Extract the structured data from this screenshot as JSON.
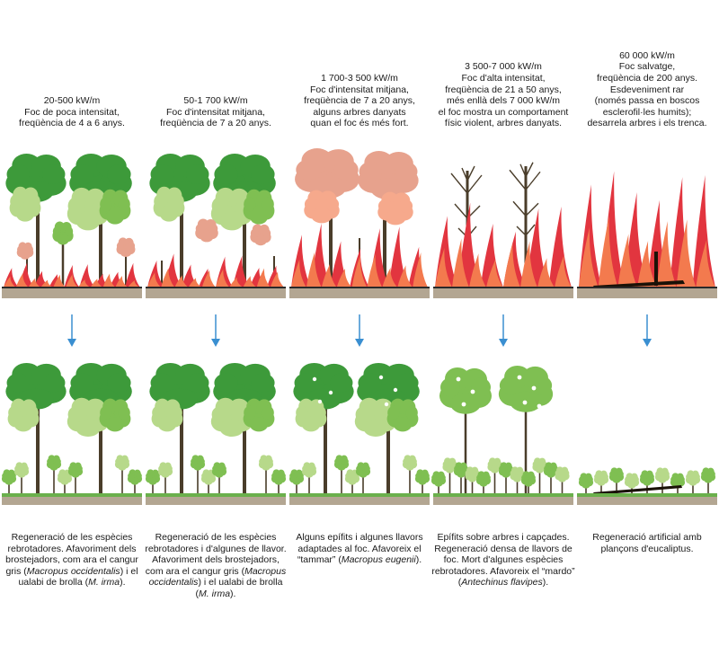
{
  "columns": [
    {
      "top_caption": "20-500 kW/m\nFoc de poca intensitat,\nfreqüència de 4 a 6 anys.",
      "fire": "low",
      "regen": "lush",
      "bottom_caption": [
        {
          "t": "Regeneració de les espècies rebrotadores. Afavoriment dels brostejadors, com ara el cangur gris ("
        },
        {
          "t": "Macropus occidentalis",
          "i": true
        },
        {
          "t": ") i el ualabi de brolla ("
        },
        {
          "t": "M. irma",
          "i": true
        },
        {
          "t": ")."
        }
      ]
    },
    {
      "top_caption": "50-1 700 kW/m\nFoc d'intensitat mitjana,\nfreqüència de 7 a 20 anys.",
      "fire": "medium",
      "regen": "lush",
      "bottom_caption": [
        {
          "t": "Regeneració de les espècies rebrotadores i d'algunes de llavor. Afavoriment dels brostejadors, com ara el cangur gris ("
        },
        {
          "t": "Macropus occidentalis",
          "i": true
        },
        {
          "t": ") i el ualabi de brolla ("
        },
        {
          "t": "M. irma",
          "i": true
        },
        {
          "t": ")."
        }
      ]
    },
    {
      "top_caption": "1 700-3 500 kW/m\nFoc d'intensitat mitjana,\nfreqüència de 7 a 20 anys,\nalguns arbres danyats\nquan el foc és més fort.",
      "fire": "mediumhigh",
      "regen": "epiphytes",
      "bottom_caption": [
        {
          "t": "Alguns epífits i algunes llavors adaptades al foc. Afavoreix el “tammar” ("
        },
        {
          "t": "Macropus eugenii",
          "i": true
        },
        {
          "t": ")."
        }
      ]
    },
    {
      "top_caption": "3 500-7 000 kW/m\nFoc d'alta intensitat,\nfreqüència de 21 a 50 anys,\nmés enllà dels 7 000 kW/m\nel foc mostra un comportament\nfísic violent, arbres danyats.",
      "fire": "high",
      "regen": "dense",
      "bottom_caption": [
        {
          "t": "Epífits sobre arbres i capçades. Regeneració densa de llavors de foc. Mort d'algunes espècies rebrotadores. Afavoreix el “mardo” ("
        },
        {
          "t": "Antechinus flavipes",
          "i": true
        },
        {
          "t": ")."
        }
      ]
    },
    {
      "top_caption": "60 000 kW/m\nFoc salvatge,\nfreqüència de 200 anys.\nEsdeveniment rar\n(només passa en boscos\nesclerofil·les humits);\ndesarrela arbres i els trenca.",
      "fire": "wild",
      "regen": "artificial",
      "bottom_caption": [
        {
          "t": "Regeneració artificial amb plançons d'eucaliptus."
        }
      ]
    }
  ],
  "colors": {
    "arrow": "#3a8fd1",
    "ground_dark": "#b3a692",
    "ground_line": "#2a2a2a",
    "ground_green": "#6ab04c",
    "tree_dark": "#3d9a3a",
    "tree_light": "#b7d98a",
    "tree_mid": "#7fbf52",
    "trunk": "#4a3d2a",
    "flame_red": "#e2353f",
    "flame_orange": "#f37a4e",
    "flame_pink": "#f6a98c",
    "scorch": "#e7a28d"
  }
}
